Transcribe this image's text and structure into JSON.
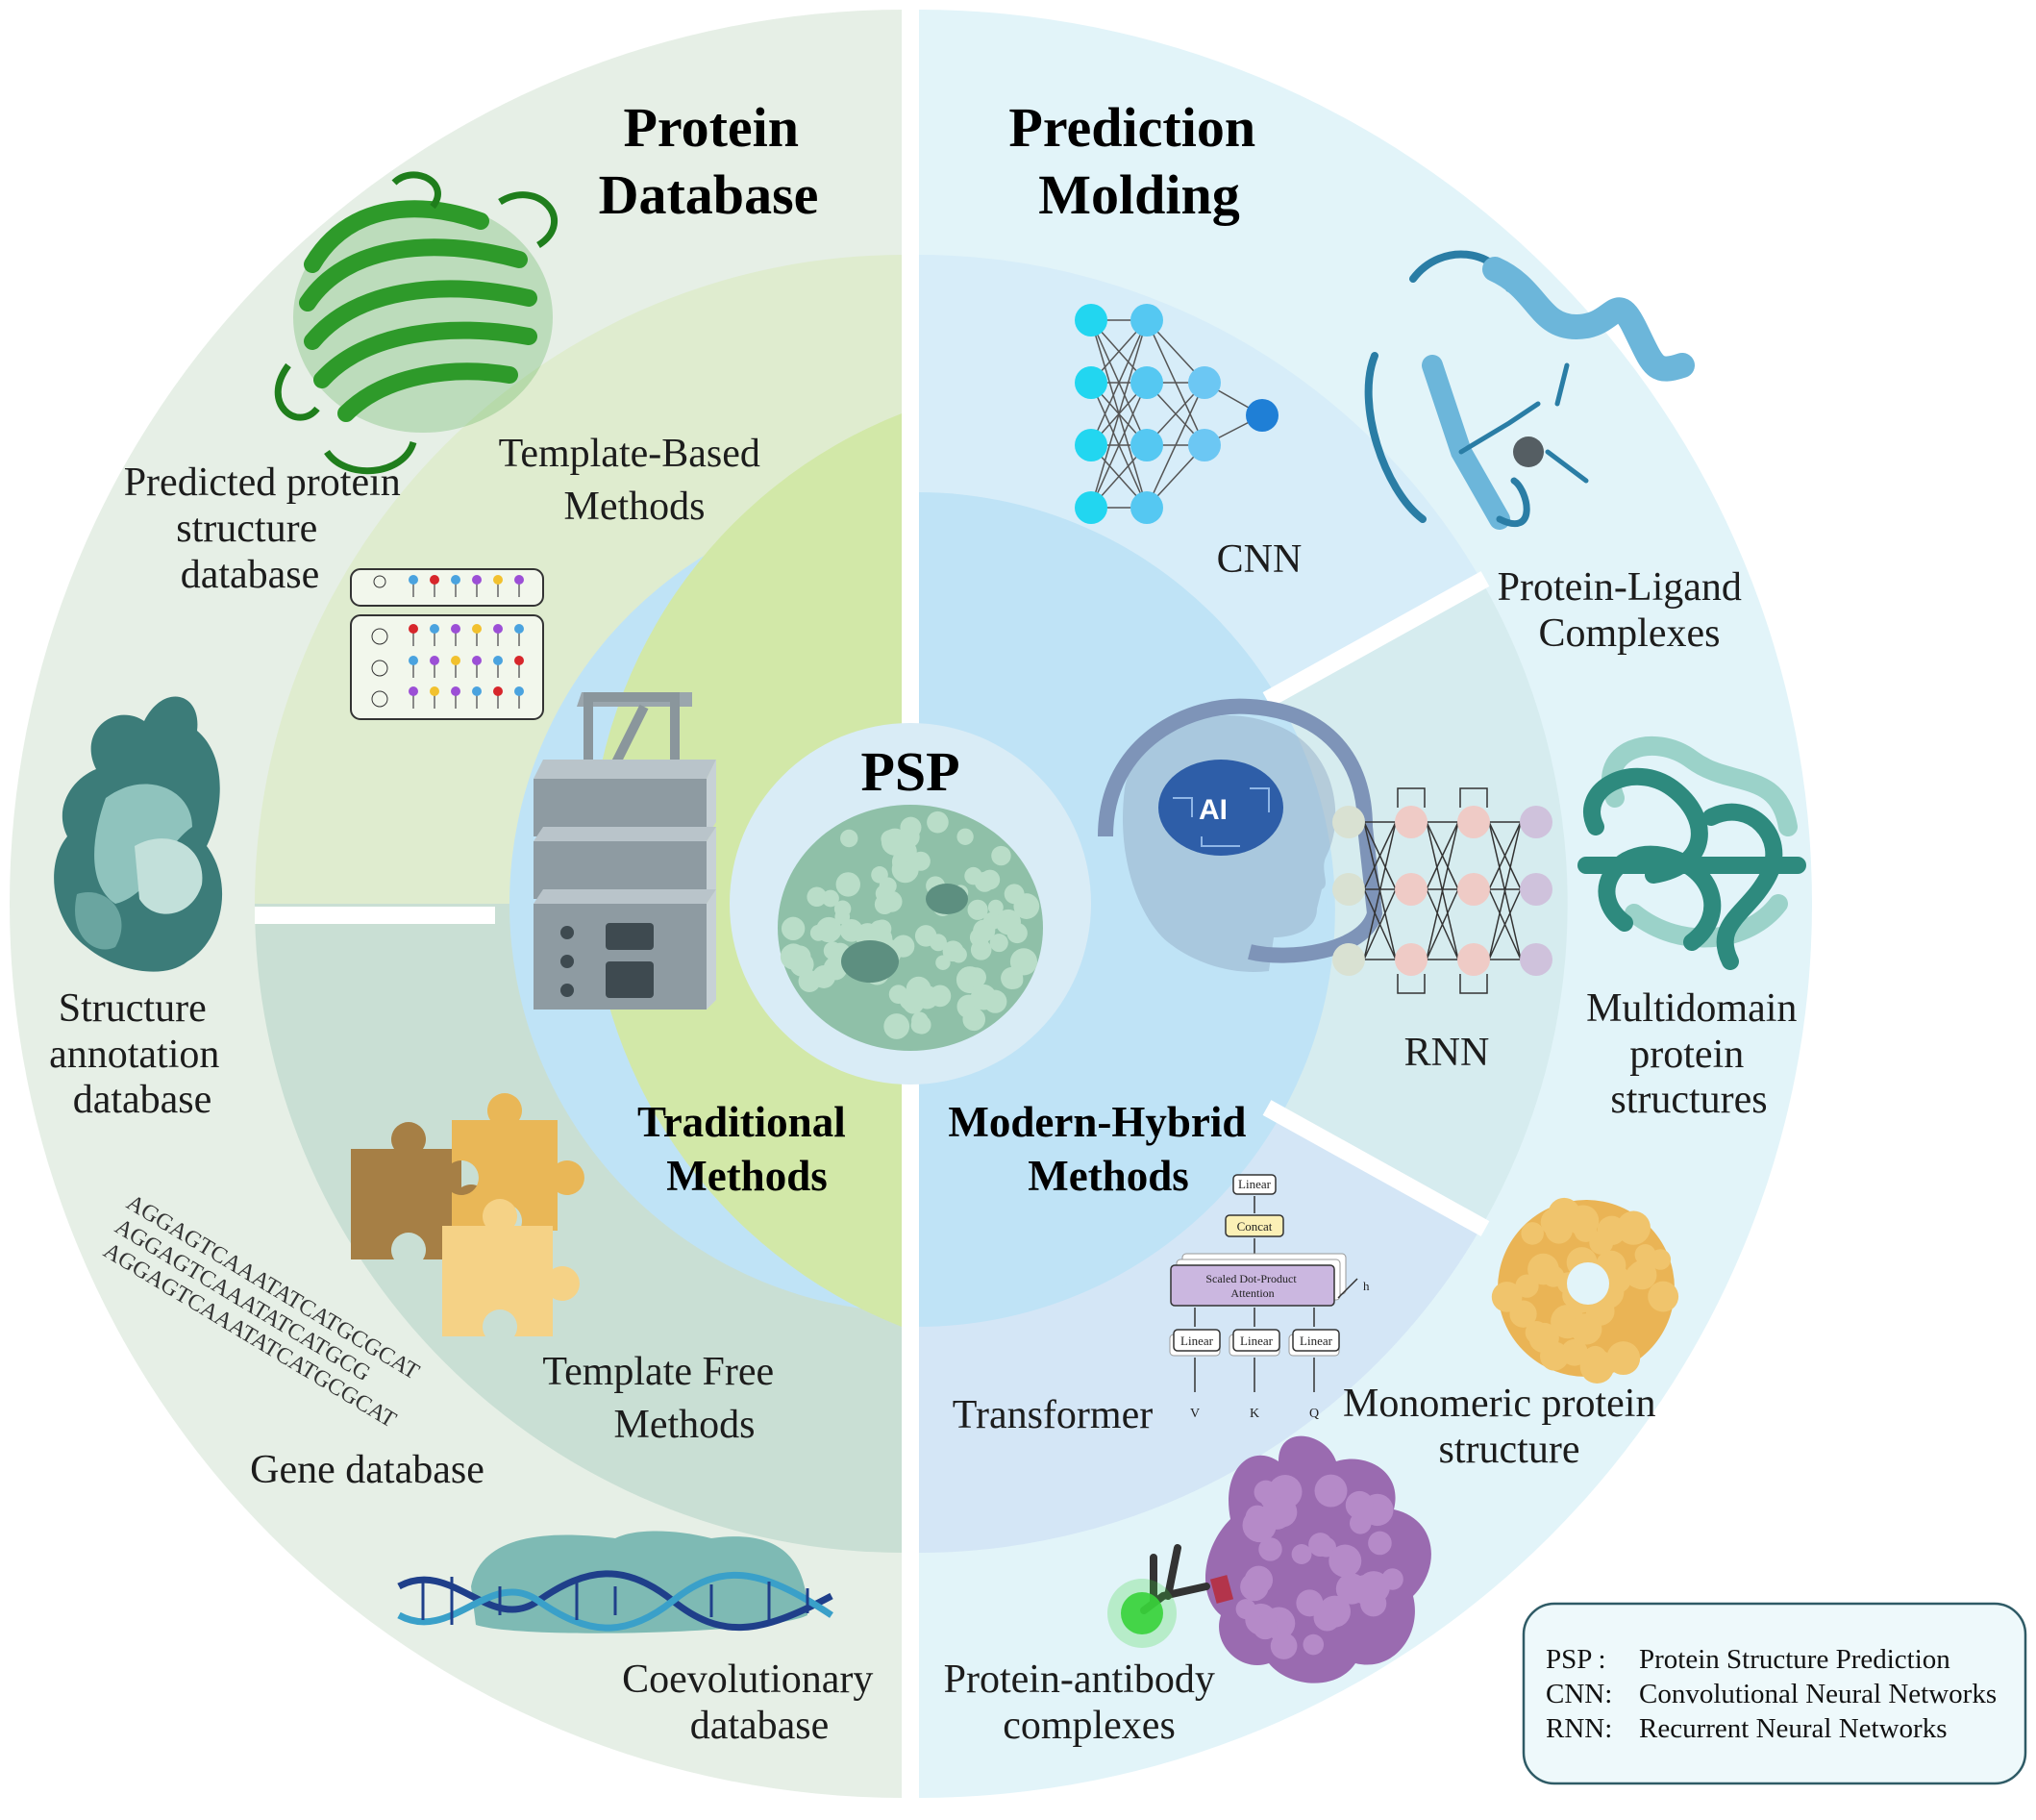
{
  "colors": {
    "left_outer": "#e6efe6",
    "left_mid_top": "#dfeccf",
    "left_mid_bottom": "#c9dfd4",
    "left_inner": "#d2e8a8",
    "right_outer": "#e2f4f9",
    "right_mid_top": "#d7edf9",
    "right_mid_middle": "#d6ecef",
    "right_mid_bottom": "#d4e6f6",
    "right_inner": "#bfe3f6",
    "center": "#d9ecf6",
    "legend_border": "#2f5b66",
    "legend_fill": "#eef9fb"
  },
  "titles": {
    "left": [
      "Protein",
      "Database"
    ],
    "right": [
      "Prediction",
      "Molding"
    ]
  },
  "center": {
    "label": "PSP"
  },
  "inner": {
    "left": [
      "Traditional",
      "Methods"
    ],
    "right": [
      "Modern-Hybrid",
      "Methods"
    ]
  },
  "methods": {
    "template_based": [
      "Template-Based",
      "Methods"
    ],
    "template_free": [
      "Template Free",
      "Methods"
    ],
    "cnn": "CNN",
    "rnn": "RNN",
    "transformer": "Transformer"
  },
  "databases": {
    "predicted": [
      "Predicted protein",
      "structure",
      "database"
    ],
    "structure_annotation": [
      "Structure",
      "annotation",
      "database"
    ],
    "gene": "Gene database",
    "coevolutionary": [
      "Coevolutionary",
      "database"
    ]
  },
  "structures": {
    "protein_ligand": [
      "Protein-Ligand",
      "Complexes"
    ],
    "multidomain": [
      "Multidomain",
      "protein",
      "structures"
    ],
    "monomeric": [
      "Monomeric protein",
      "structure"
    ],
    "protein_antibody": [
      "Protein-antibody",
      "complexes"
    ]
  },
  "ai_badge": "AI",
  "gene_sequences": [
    "AGGAGTCAAATATCATGCGCAT",
    "AGGAGTCAAATATCATGCG",
    "AGGAGTCAAATATCATGCGCAT"
  ],
  "transformer_diagram": {
    "top_linear": "Linear",
    "concat": "Concat",
    "attention": [
      "Scaled Dot-Product",
      "Attention"
    ],
    "h": "h",
    "linears": [
      "Linear",
      "Linear",
      "Linear"
    ],
    "inputs": [
      "V",
      "K",
      "Q"
    ]
  },
  "legend": [
    {
      "abbr": "PSP :",
      "full": "Protein Structure Prediction"
    },
    {
      "abbr": "CNN:",
      "full": "Convolutional Neural Networks"
    },
    {
      "abbr": "RNN:",
      "full": "Recurrent Neural Networks"
    }
  ]
}
